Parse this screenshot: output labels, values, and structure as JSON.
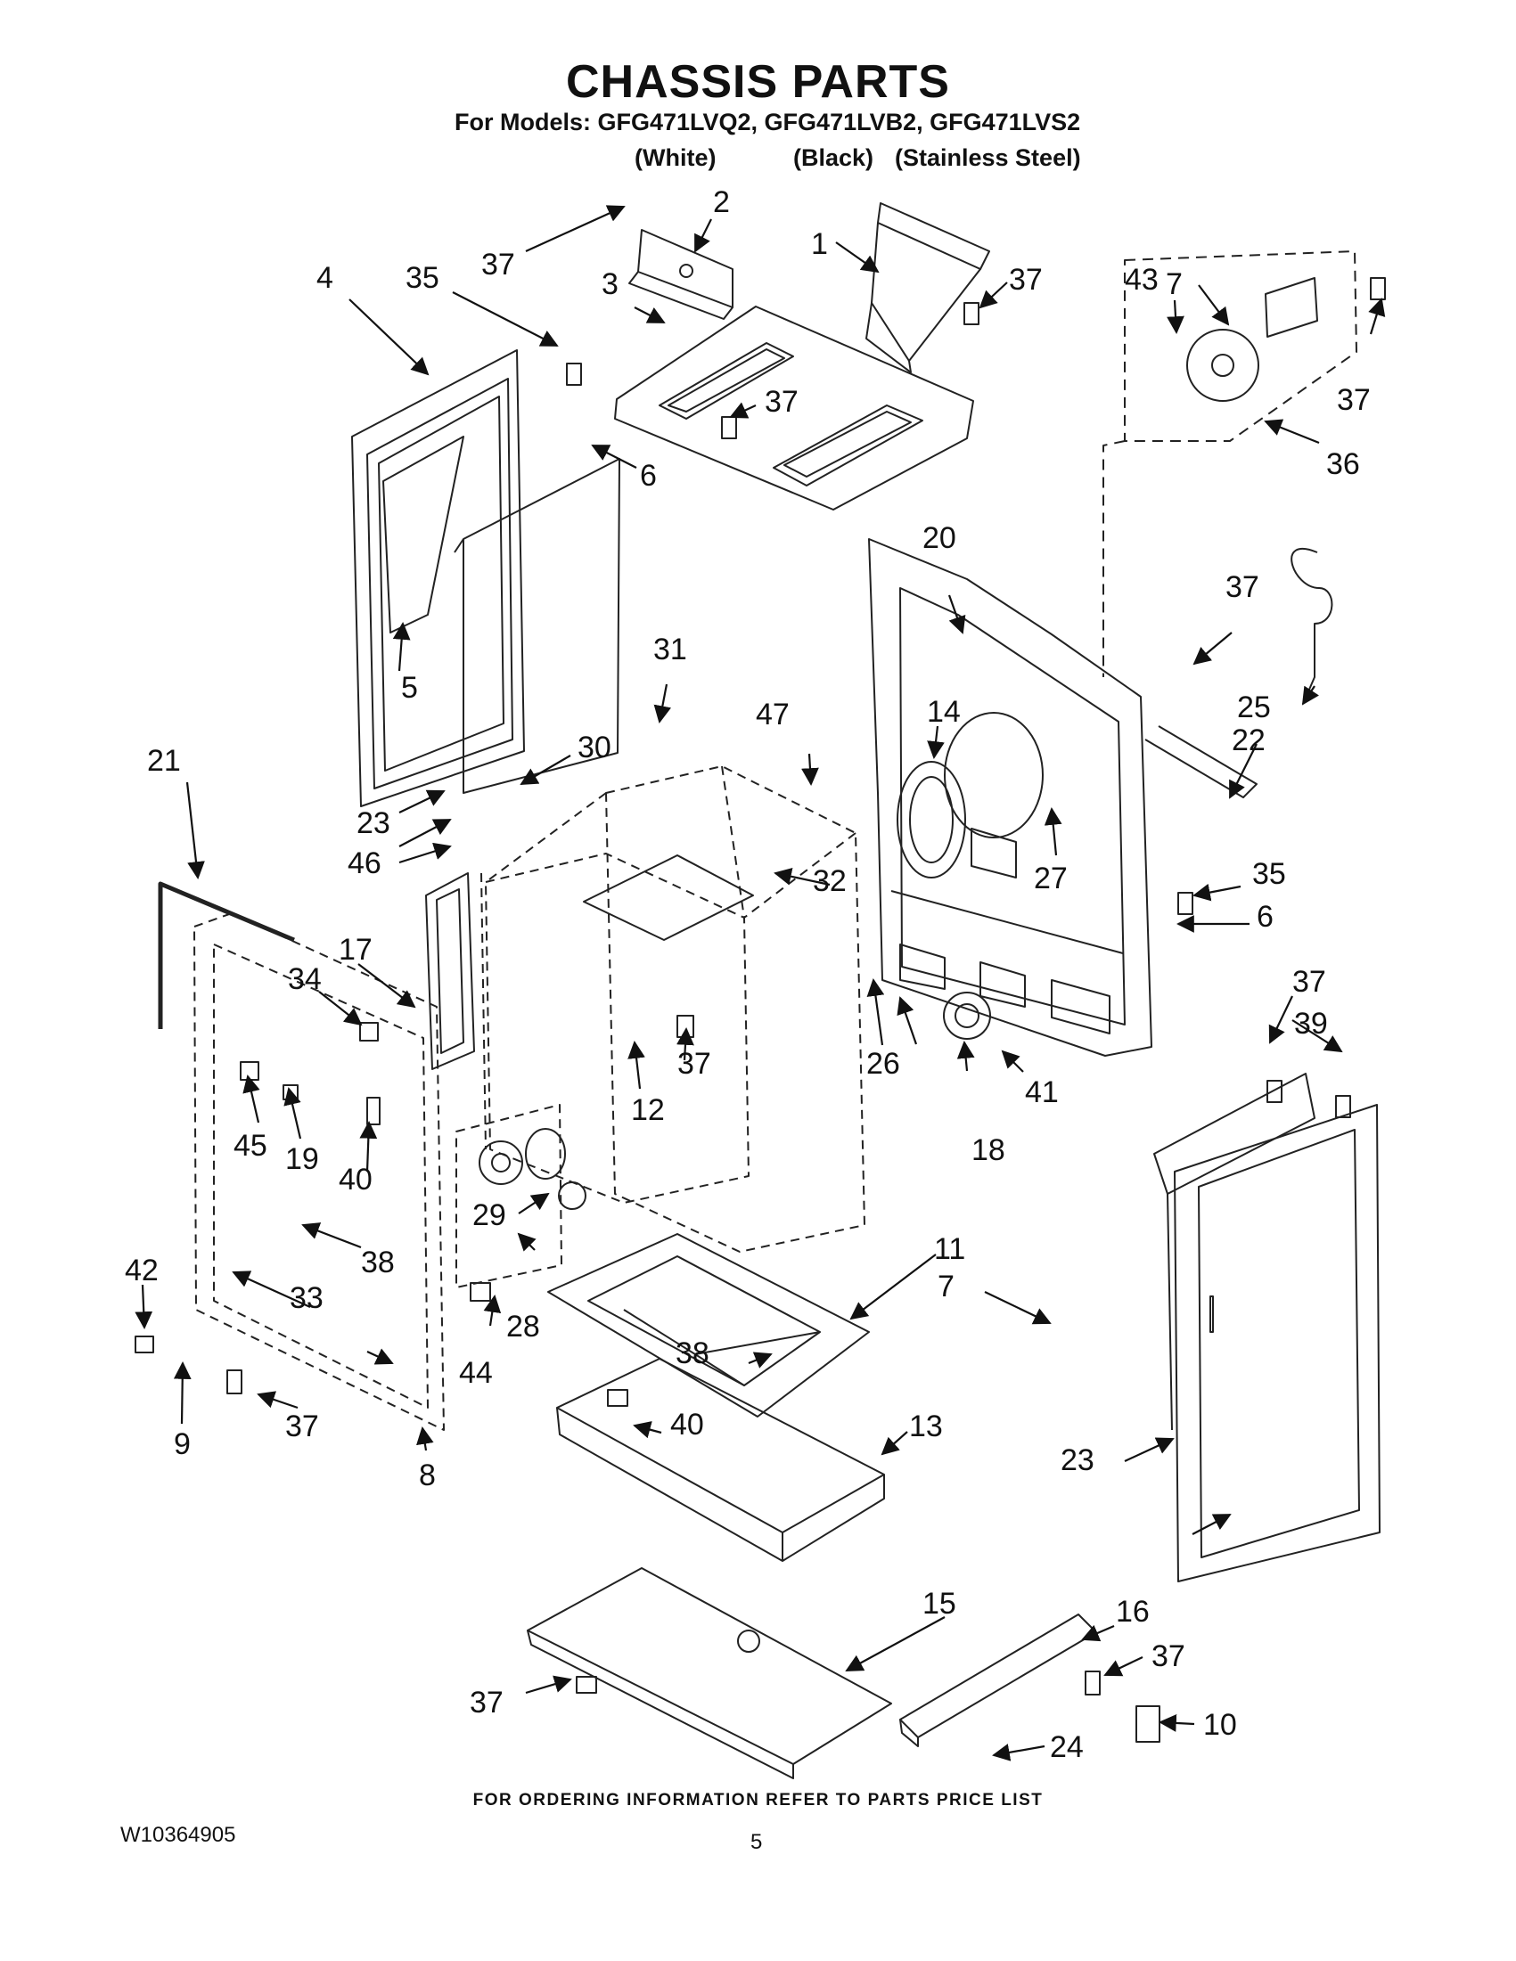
{
  "header": {
    "title": "CHASSIS PARTS",
    "models_line": "For Models: GFG471LVQ2, GFG471LVB2, GFG471LVS2",
    "variants": [
      "(White)",
      "(Black)",
      "(Stainless Steel)"
    ]
  },
  "diagram": {
    "callouts": [
      "1",
      "2",
      "3",
      "4",
      "5",
      "6",
      "7",
      "8",
      "9",
      "10",
      "11",
      "12",
      "13",
      "14",
      "15",
      "16",
      "17",
      "18",
      "19",
      "20",
      "21",
      "22",
      "23",
      "24",
      "25",
      "26",
      "27",
      "28",
      "29",
      "30",
      "31",
      "32",
      "33",
      "34",
      "35",
      "36",
      "37",
      "38",
      "39",
      "40",
      "41",
      "42",
      "43",
      "44",
      "45",
      "46",
      "47"
    ]
  },
  "footer": {
    "ordering_note": "FOR ORDERING INFORMATION REFER TO PARTS PRICE LIST",
    "document_number": "W10364905",
    "page_number": "5"
  }
}
